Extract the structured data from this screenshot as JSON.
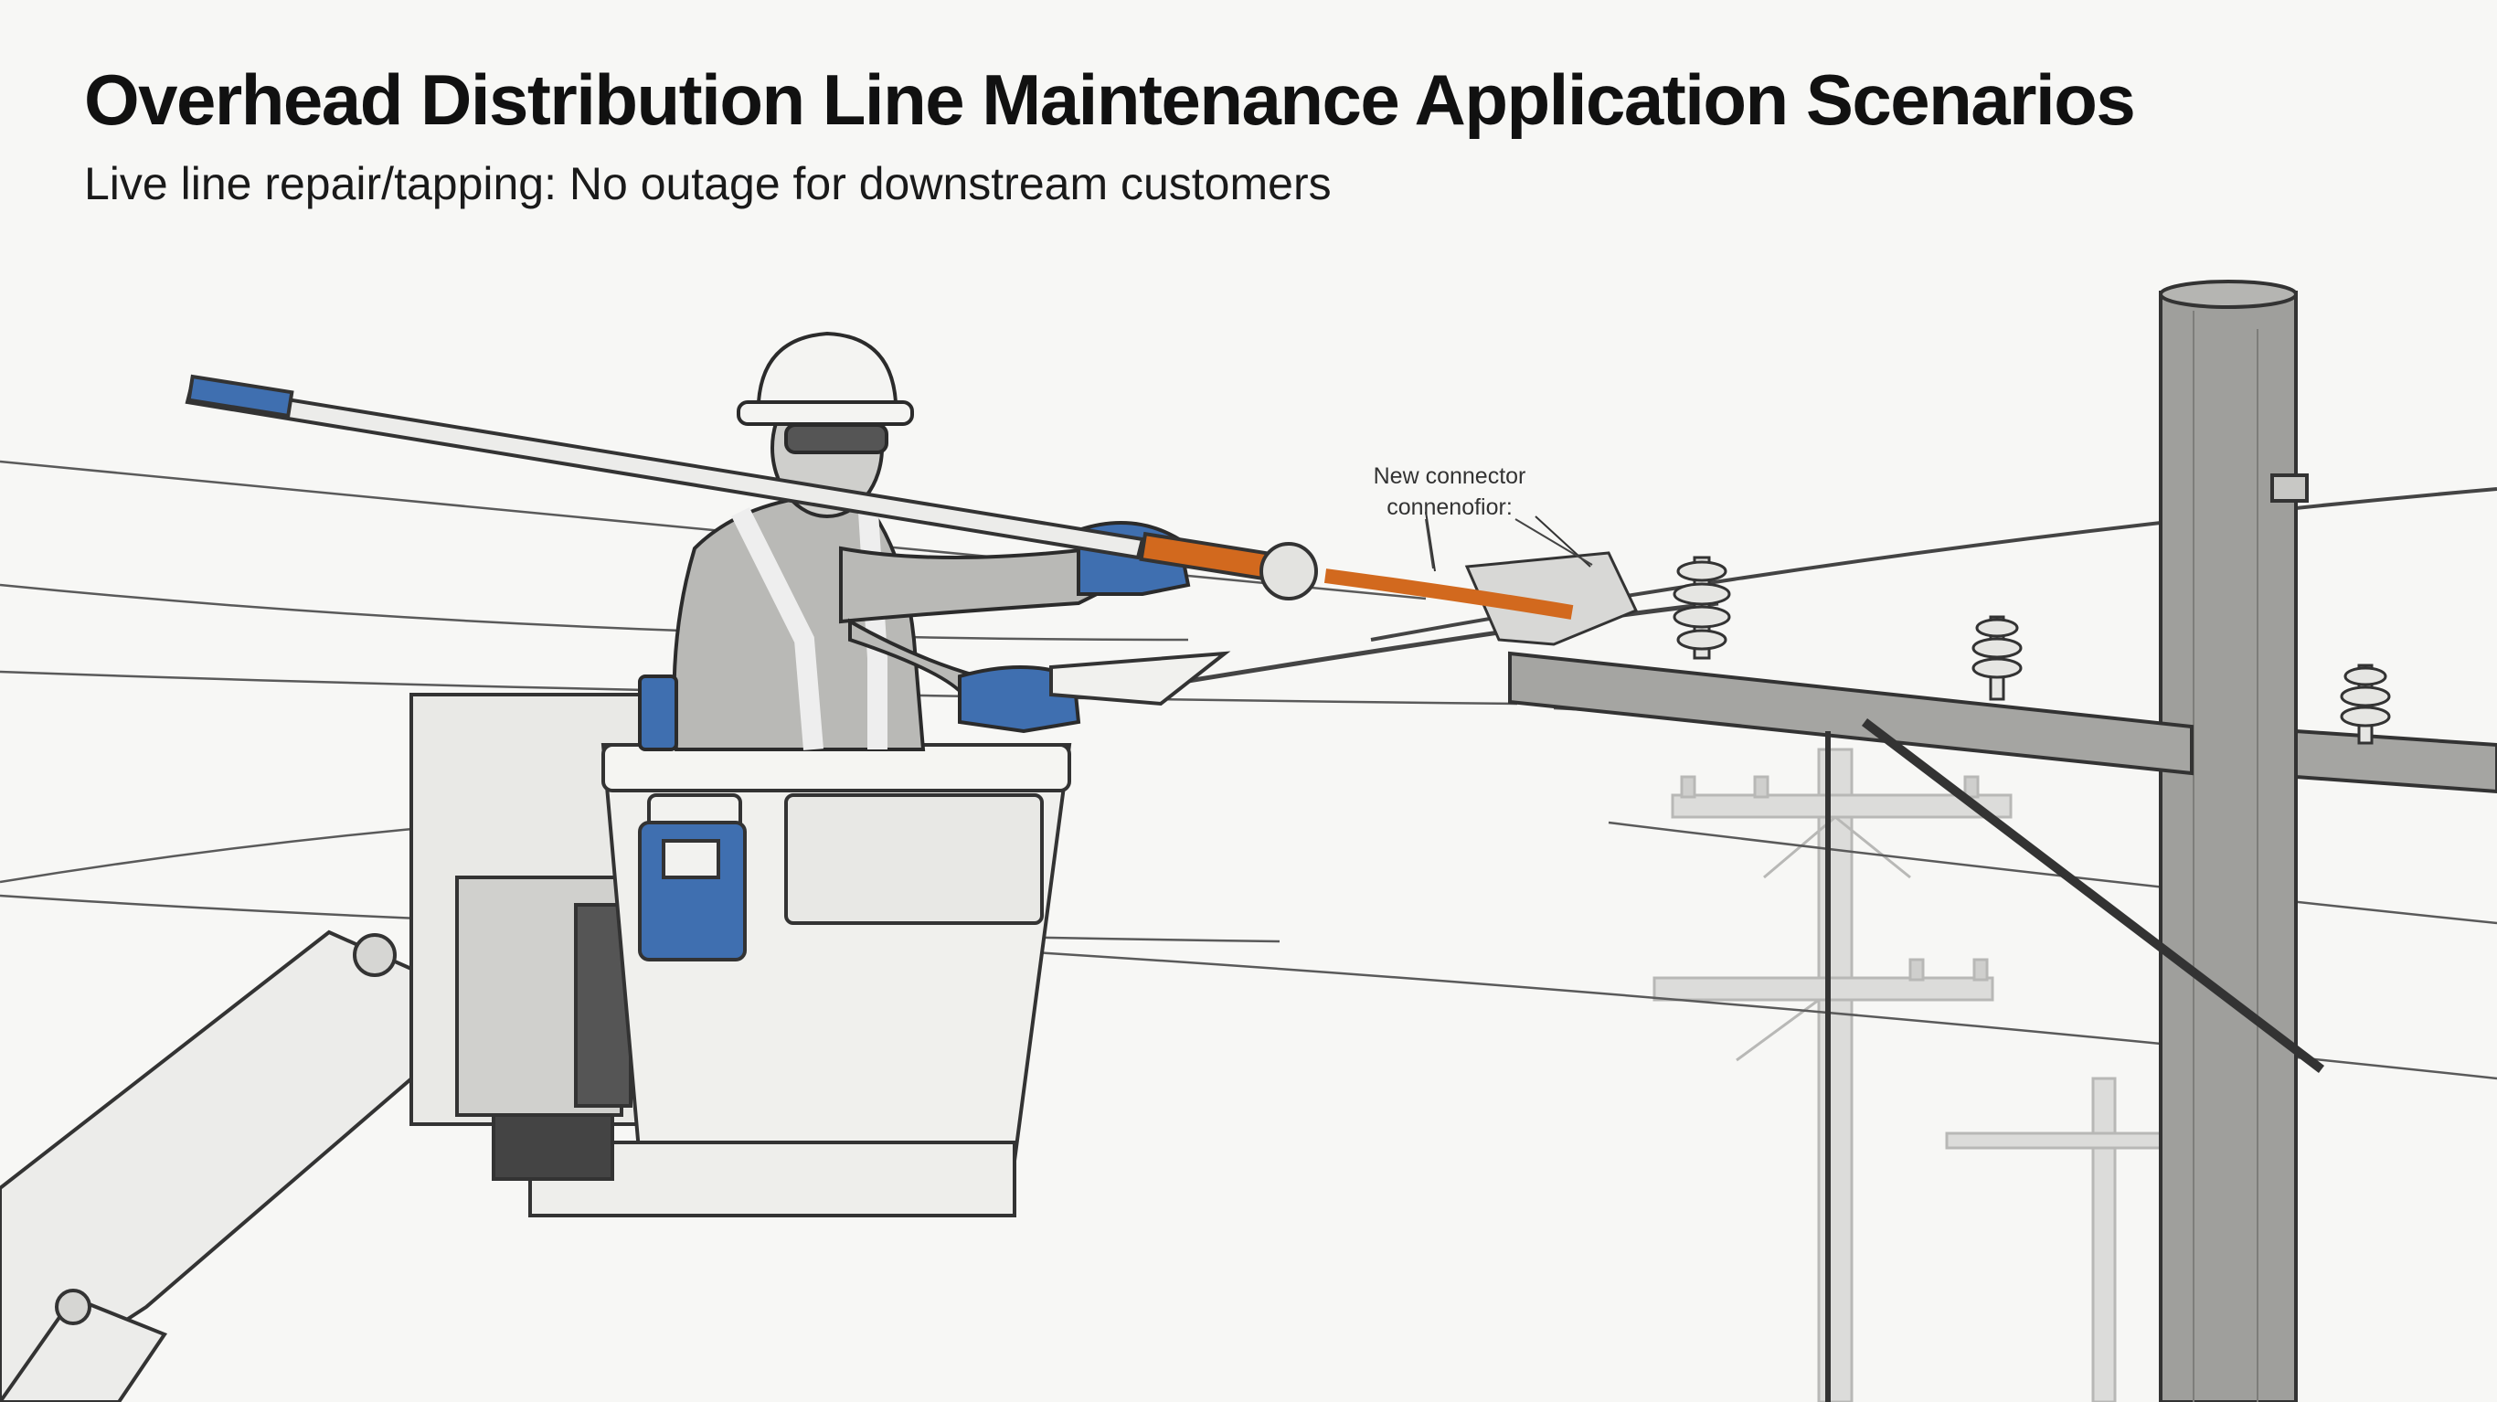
{
  "title": "Overhead Distribution Line Maintenance Application Scenarios",
  "subtitle": "Live line repair/tapping: No outage for downstream customers",
  "callout": {
    "line1": "New connector",
    "line2": "connenofior:"
  },
  "colors": {
    "background": "#f7f7f5",
    "ink": "#2b2b2b",
    "glove_blue": "#3f6fb0",
    "tool_orange": "#d2691e",
    "pole_gray": "#9a9a98"
  }
}
